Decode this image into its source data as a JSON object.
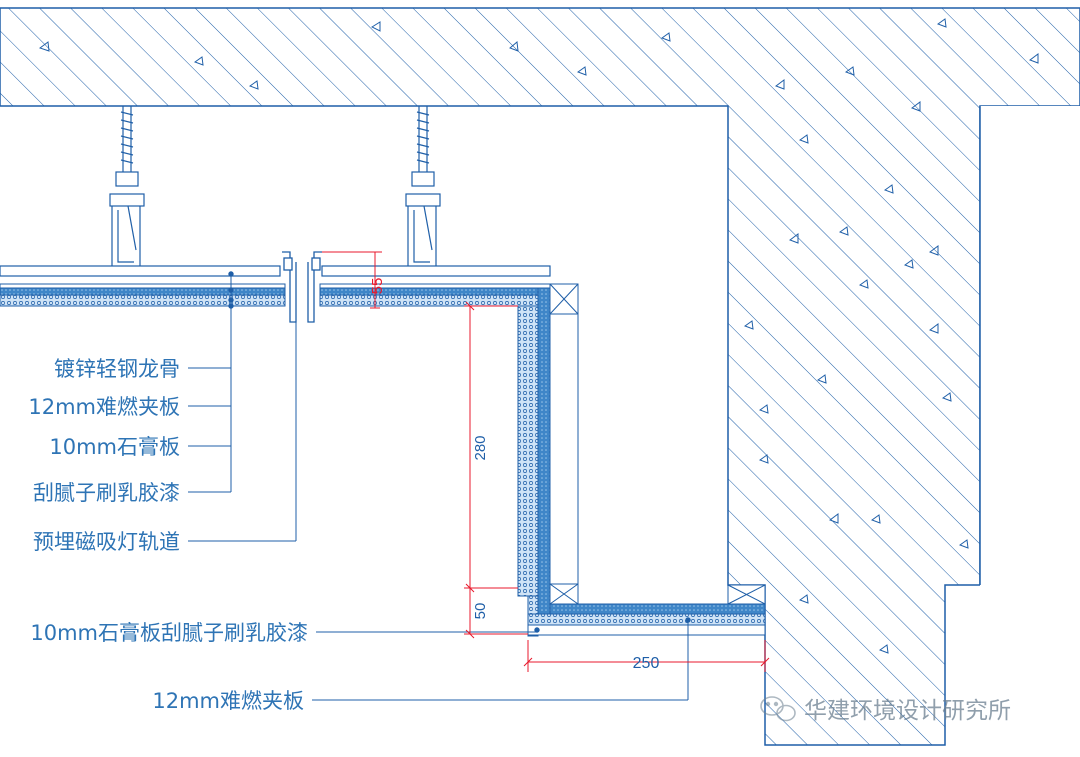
{
  "colors": {
    "line": "#1f5fa8",
    "label": "#2e74b5",
    "dimension_red": "#e8192c",
    "board_fill": "#3f86c8",
    "hatch": "#1f5fa8"
  },
  "labels": {
    "keel": "镀锌轻钢龙骨",
    "board12": "12mm难燃夹板",
    "gypsum10": "10mm石膏板",
    "putty": "刮腻子刷乳胶漆",
    "track": "预埋磁吸灯轨道",
    "gypsum_putty": "10mm石膏板刮腻子刷乳胶漆",
    "board12_bottom": "12mm难燃夹板"
  },
  "dimensions": {
    "d55": "55",
    "d280": "280",
    "d50": "50",
    "d250": "250"
  },
  "watermark": {
    "icon": "wechat-icon",
    "text": "华建环境设计研究所"
  }
}
